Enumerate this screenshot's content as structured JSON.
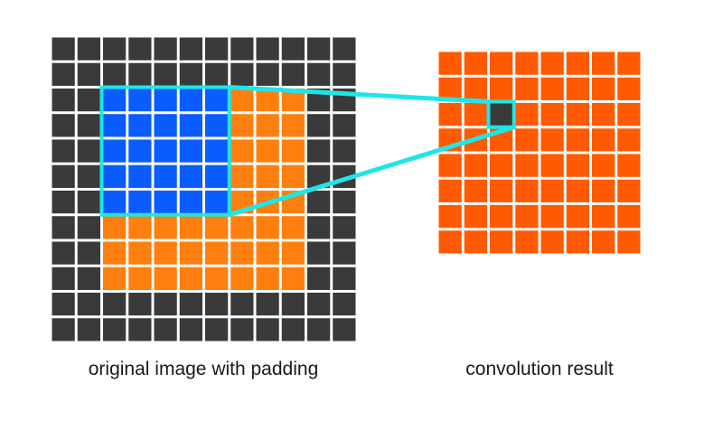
{
  "captions": {
    "input": "original image with padding",
    "output": "convolution result"
  },
  "input_grid": {
    "size": 12,
    "padding": 2,
    "kernel_size": 5,
    "kernel_position": {
      "row": 2,
      "col": 2
    }
  },
  "output_grid": {
    "size": 8,
    "highlight": {
      "row": 2,
      "col": 2
    }
  },
  "colors": {
    "padding": "#3a3a3a",
    "image": "#ff7f0e",
    "kernel": "#0a5cff",
    "output": "#ff5a00",
    "output_highlight": "#3a3a3a",
    "connector": "#1ee6e6",
    "grid_line": "#ffffff",
    "text": "#1a1a1a"
  }
}
